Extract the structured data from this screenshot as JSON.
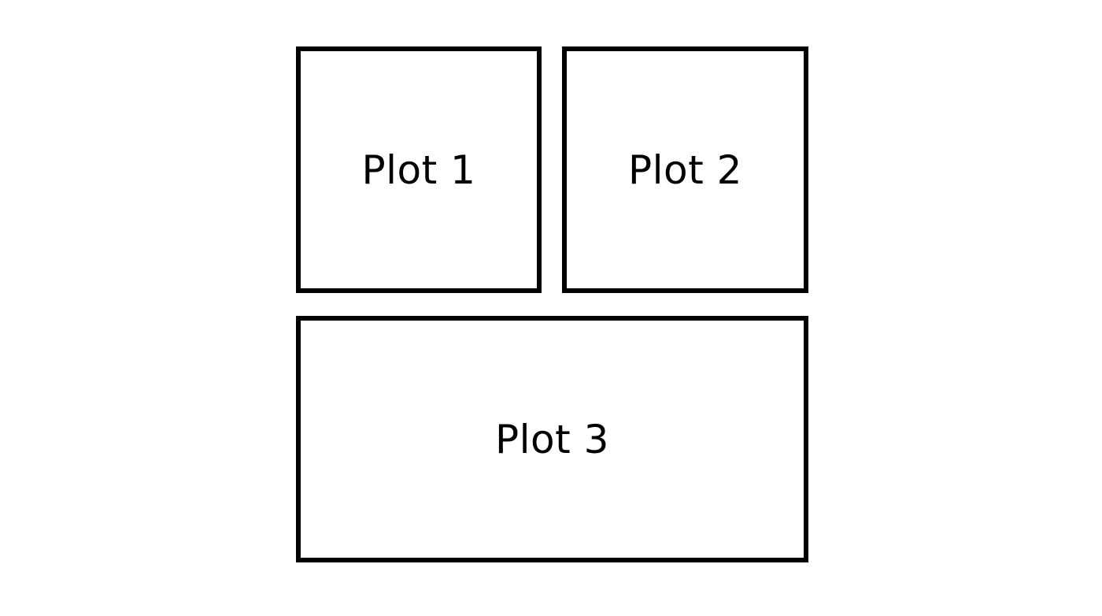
{
  "diagram": {
    "panels": [
      {
        "id": "plot-1",
        "label": "Plot 1"
      },
      {
        "id": "plot-2",
        "label": "Plot 2"
      },
      {
        "id": "plot-3",
        "label": "Plot 3"
      }
    ]
  },
  "colors": {
    "background": "#ffffff",
    "border": "#000000",
    "text": "#000000"
  }
}
